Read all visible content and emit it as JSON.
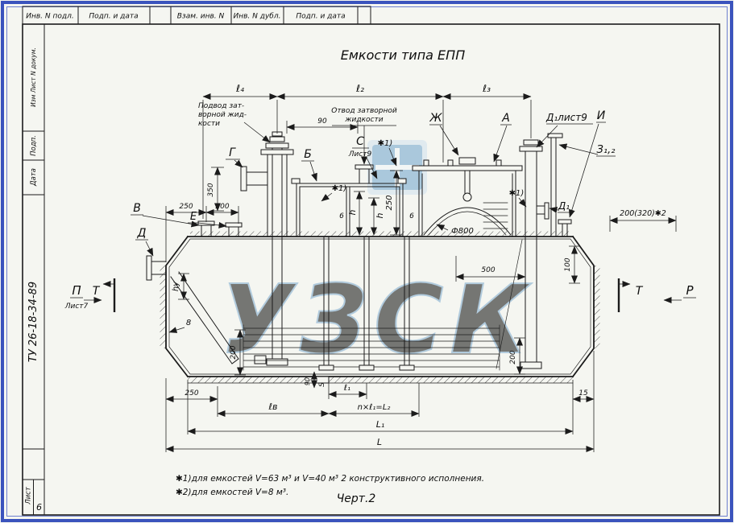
{
  "page": {
    "title": "Емкости типа ЕПП",
    "caption": "Черт.2",
    "notes": [
      "✱1)для емкостей V=63 м³ и V=40 м³ 2 конструктивного исполнения.",
      "✱2)для емкостей V=8 м³."
    ],
    "watermark": "УЗСК"
  },
  "colors": {
    "border_blue": "#3a53bd",
    "watermark_blue": "#b7d0e4"
  },
  "frame": {
    "top_cells": [
      "Инв. N подл.",
      "Подп. и дата",
      "Взам. инв. N",
      "Инв. N дубл.",
      "Подп. и дата"
    ],
    "side_cells": [
      "Изм Лист N докум.",
      "Подп.",
      "Дата"
    ],
    "doc_number": "ТУ 26-18-34-89",
    "sheet_label": "Лист",
    "sheet_number": "6"
  },
  "callouts": {
    "podvod_1": "Подвод зат-",
    "podvod_2": "ворной жид-",
    "podvod_3": "кости",
    "otvod_1": "Отвод затворной",
    "otvod_2": "жидкости",
    "view_g": "Г",
    "view_b": "Б",
    "view_s": "С",
    "view_s_sheet": "Лист9",
    "view_zh": "Ж",
    "view_a": "А",
    "view_d1_sheet": "Д₁лист9",
    "view_i": "И",
    "view_z": "З₁,₂",
    "view_d1": "Д₁",
    "view_v": "В",
    "view_e": "Е",
    "view_d": "Д",
    "star1": "✱1)",
    "diameter": "Ф800",
    "view_p": "П",
    "view_p_sheet": "Лист7",
    "view_t": "Т",
    "view_r": "Р"
  },
  "dims": {
    "l4": "ℓ₄",
    "l2": "ℓ₂",
    "l3": "ℓ₃",
    "top_90": "90",
    "left_250": "250",
    "left_200": "200",
    "left_350": "350",
    "mid_250": "250",
    "wall_6": "6",
    "h": "h",
    "d500": "500",
    "d100": "100",
    "right_200_320": "200(320)✱2",
    "right_200": "200",
    "bl_200": "200",
    "h_u": "hу",
    "t8": "8",
    "bot_90": "90",
    "s": "S",
    "l1": "ℓ₁",
    "bot_250": "250",
    "lv": "ℓв",
    "n_l1": "n×ℓ₁=L₂",
    "L1": "L₁",
    "L": "L",
    "d15": "15"
  }
}
